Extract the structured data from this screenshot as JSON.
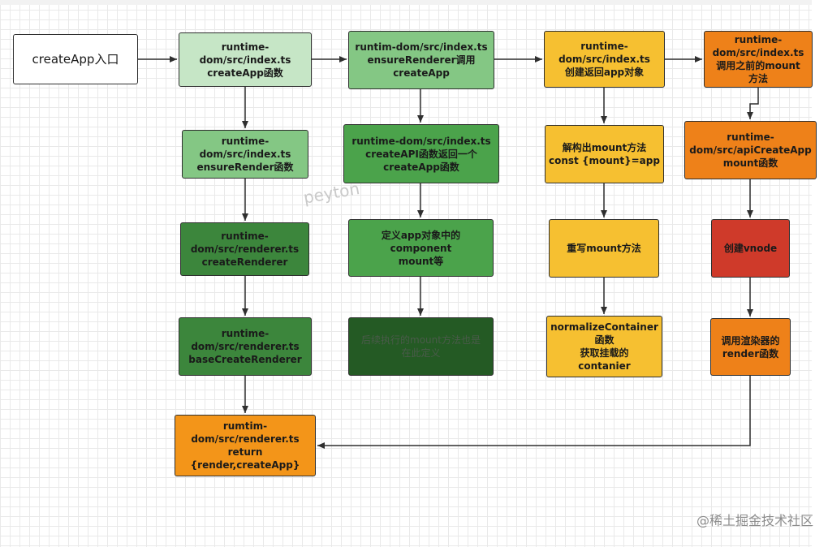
{
  "nodes": {
    "createApp-entry": {
      "label": "createApp入口",
      "fill": "#ffffff"
    },
    "runtime-dom-createApp": {
      "label": "runtime-\ndom/src/index.ts\ncreateApp函数",
      "fill": "#c6e6c6"
    },
    "ensureRenderer-call": {
      "label": "runtim-dom/src/index.ts\nensureRenderer调用\ncreateApp",
      "fill": "#84c784"
    },
    "create-app-object": {
      "label": "runtime-\ndom/src/index.ts\n创建返回app对象",
      "fill": "#f6c031"
    },
    "call-previous-mount": {
      "label": "runtime-\ndom/src/index.ts\n调用之前的mount\n方法",
      "fill": "#ee8119"
    },
    "ensureRender-func": {
      "label": "runtime-\ndom/src/index.ts\nensureRender函数",
      "fill": "#84c784"
    },
    "createAPI-func": {
      "label": "runtime-dom/src/index.ts\ncreateAPI函数返回一个\ncreateApp函数",
      "fill": "#4ba34b"
    },
    "destructure-mount": {
      "label": "解构出mount方法\nconst {mount}=app",
      "fill": "#f6c031"
    },
    "apiCreateApp-mount": {
      "label": "runtime-\ndom/src/apiCreateApp\nmount函数",
      "fill": "#ee8119"
    },
    "createRenderer": {
      "label": "runtime-\ndom/src/renderer.ts\ncreateRenderer",
      "fill": "#3c863c"
    },
    "define-app-component": {
      "label": "定义app对象中的\ncomponent\nmount等",
      "fill": "#4ba34b"
    },
    "rewrite-mount": {
      "label": "重写mount方法",
      "fill": "#f6c031"
    },
    "create-vnode": {
      "label": "创建vnode",
      "fill": "#cf3a2a"
    },
    "baseCreateRenderer": {
      "label": "runtime-\ndom/src/renderer.ts\nbaseCreateRenderer",
      "fill": "#3c863c"
    },
    "mount-defined-here": {
      "label": "后续执行的mount方法也是\n在此定义",
      "fill": "#245a24"
    },
    "normalizeContainer": {
      "label": "normalizeContainer\n函数\n获取挂载的\ncontanier",
      "fill": "#f6c031"
    },
    "call-renderer-render": {
      "label": "调用渲染器的\nrender函数",
      "fill": "#ee8119"
    },
    "return-render-createApp": {
      "label": "rumtim-\ndom/src/renderer.ts\nreturn\n{render,createApp}",
      "fill": "#f39519"
    }
  },
  "watermark": "peyton",
  "brand": "@稀土掘金技术社区"
}
